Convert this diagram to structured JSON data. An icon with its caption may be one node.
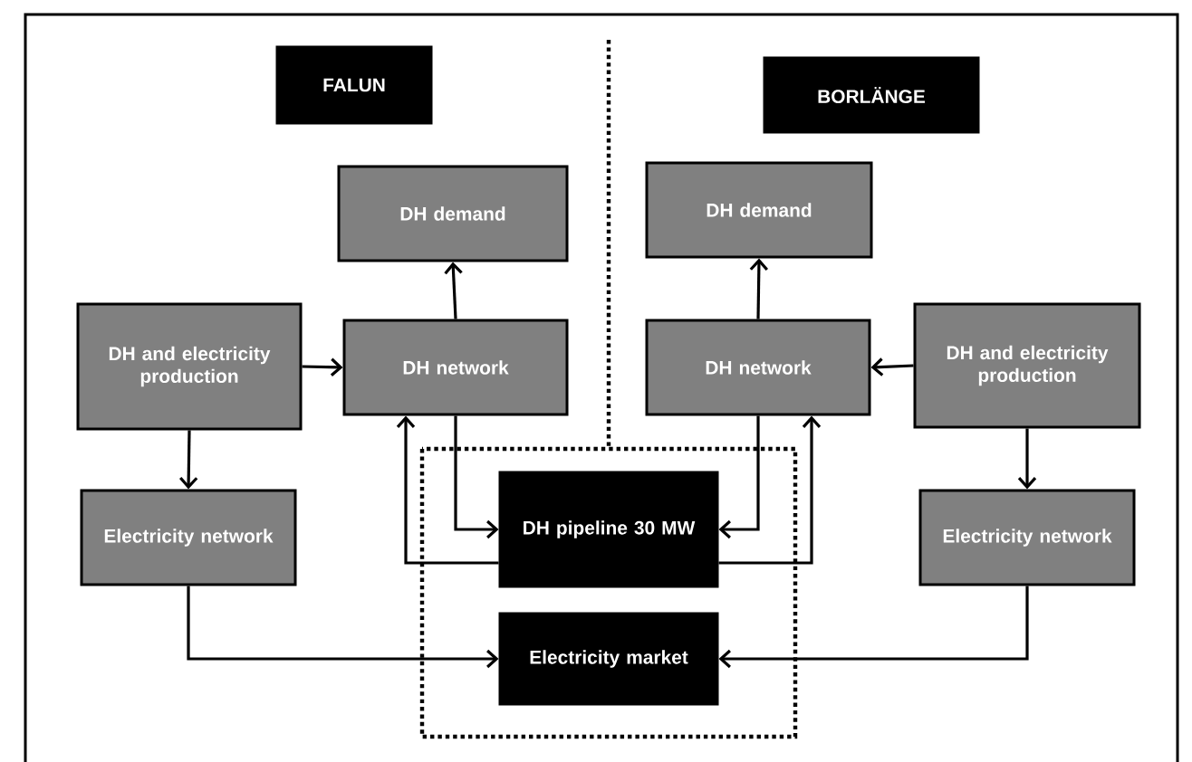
{
  "diagram": {
    "nodes": [
      {
        "text": [
          "FALUN"
        ]
      },
      {
        "text": [
          "BORLÄNGE"
        ]
      },
      {
        "text": [
          "DH demand"
        ]
      },
      {
        "text": [
          "DH demand"
        ]
      },
      {
        "text": [
          "DH and electricity production"
        ]
      },
      {
        "text": [
          "DH network"
        ]
      },
      {
        "text": [
          "DH network"
        ]
      },
      {
        "text": [
          "DH and electricity production"
        ]
      },
      {
        "text": [
          "Electricity network"
        ]
      },
      {
        "text": [
          "DH pipeline 30 MW"
        ]
      },
      {
        "text": [
          "Electricity network"
        ]
      },
      {
        "text": [
          "Electricity market"
        ]
      }
    ],
    "edges": [
      {
        "from": 4,
        "to": 5,
        "arrow": "to"
      },
      {
        "from": 5,
        "to": 2,
        "arrow": "to"
      },
      {
        "from": 4,
        "to": 8,
        "arrow": "to"
      },
      {
        "from": 5,
        "to": 9,
        "arrow": "to"
      },
      {
        "from": 9,
        "to": 5,
        "arrow": "to"
      },
      {
        "from": 8,
        "to": 11,
        "arrow": "to"
      },
      {
        "from": 7,
        "to": 6,
        "arrow": "to"
      },
      {
        "from": 6,
        "to": 3,
        "arrow": "to"
      },
      {
        "from": 7,
        "to": 10,
        "arrow": "to"
      },
      {
        "from": 6,
        "to": 9,
        "arrow": "to"
      },
      {
        "from": 9,
        "to": 6,
        "arrow": "to"
      },
      {
        "from": 10,
        "to": 11,
        "arrow": "to"
      }
    ]
  }
}
